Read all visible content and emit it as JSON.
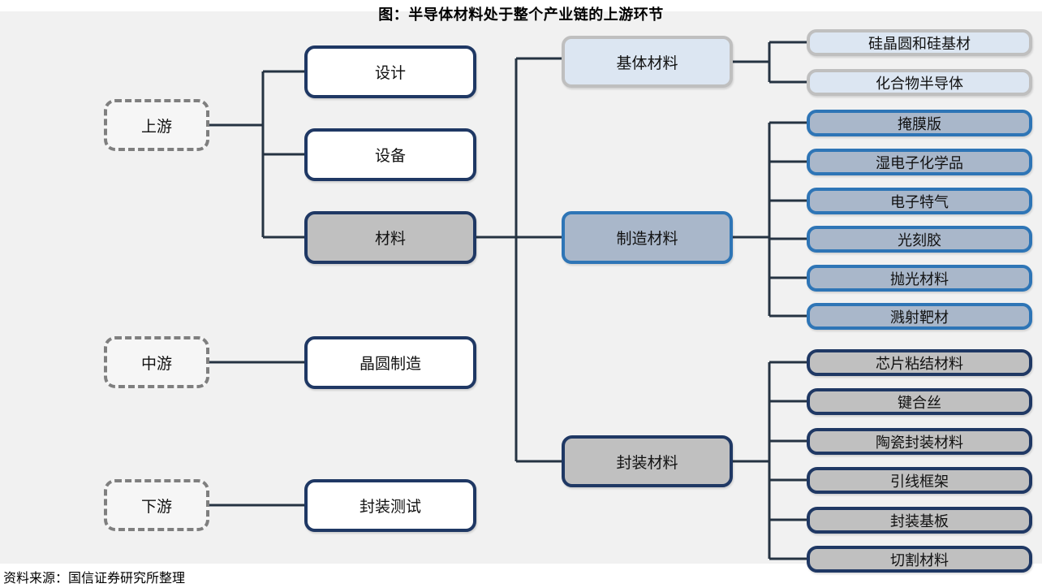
{
  "title": "图：半导体材料处于整个产业链的上游环节",
  "source": "资料来源：国信证券研究所整理",
  "colors": {
    "canvas_bg": "#f1f1f1",
    "navy_border": "#1f3864",
    "blue_border": "#2e75b6",
    "silver_border": "#bfbfbf",
    "dashed_border": "#7f7f7f",
    "gray_fill": "#c0c0c0",
    "lightblue_fill": "#dce6f2",
    "bluegray_fill": "#a9b7ca",
    "white_fill": "#ffffff",
    "connector": "#253342"
  },
  "stages": [
    {
      "label": "上游"
    },
    {
      "label": "中游"
    },
    {
      "label": "下游"
    }
  ],
  "chain": [
    {
      "label": "设计"
    },
    {
      "label": "设备"
    },
    {
      "label": "材料"
    },
    {
      "label": "晶圆制造"
    },
    {
      "label": "封装测试"
    }
  ],
  "material_groups": [
    {
      "label": "基体材料"
    },
    {
      "label": "制造材料"
    },
    {
      "label": "封装材料"
    }
  ],
  "substrate_materials": [
    {
      "label": "硅晶圆和硅基材"
    },
    {
      "label": "化合物半导体"
    }
  ],
  "fab_materials": [
    {
      "label": "掩膜版"
    },
    {
      "label": "湿电子化学品"
    },
    {
      "label": "电子特气"
    },
    {
      "label": "光刻胶"
    },
    {
      "label": "抛光材料"
    },
    {
      "label": "溅射靶材"
    }
  ],
  "packaging_materials": [
    {
      "label": "芯片粘结材料"
    },
    {
      "label": "键合丝"
    },
    {
      "label": "陶瓷封装材料"
    },
    {
      "label": "引线框架"
    },
    {
      "label": "封装基板"
    },
    {
      "label": "切割材料"
    }
  ]
}
